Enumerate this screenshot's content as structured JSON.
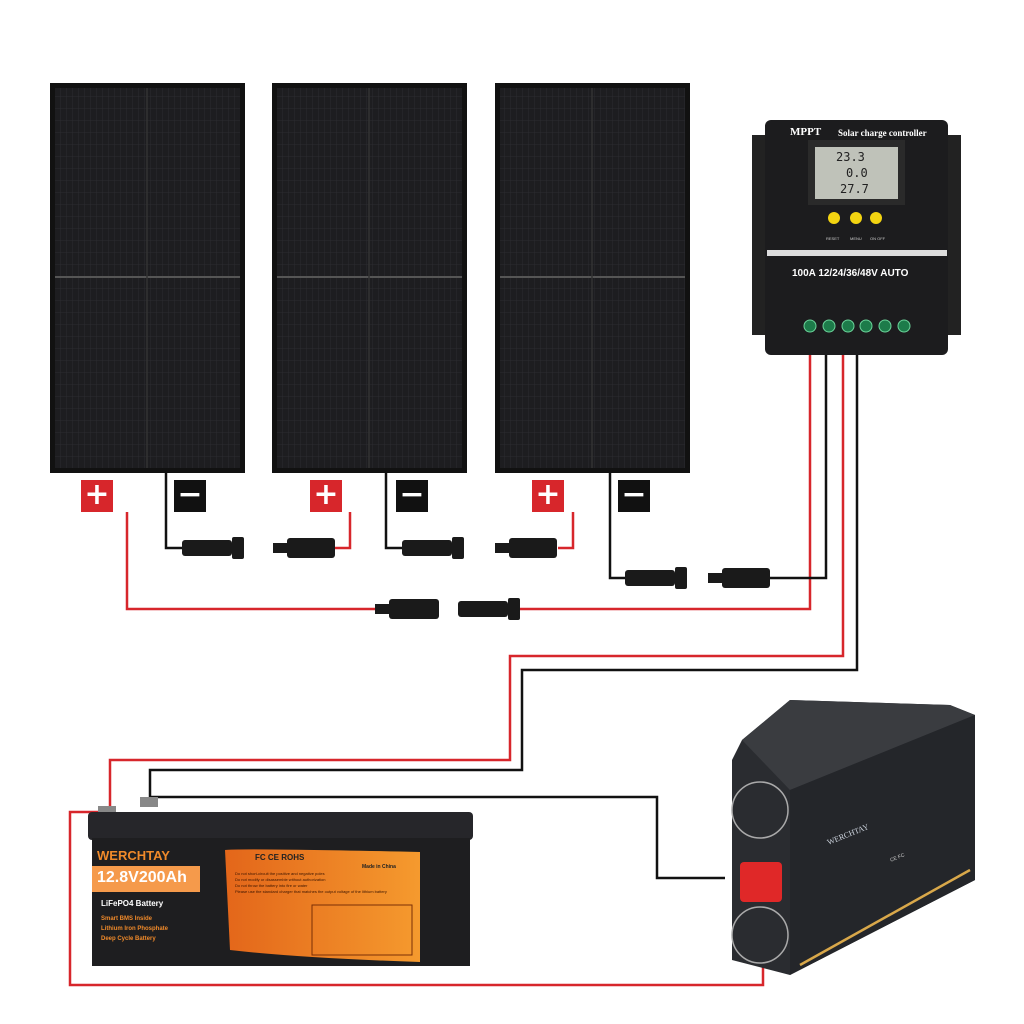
{
  "controller": {
    "type": "MPPT",
    "title": "Solar charge controller",
    "lcd_values": [
      "23.3",
      "0.0",
      "27.7"
    ],
    "buttons": [
      "RESET",
      "MENU",
      "ON OFF"
    ],
    "rating": "100A  12/24/36/48V AUTO"
  },
  "battery": {
    "brand": "WERCHTAY",
    "spec": "12.8V200Ah",
    "type": "LiFePO4 Battery",
    "features": [
      "Smart BMS Inside",
      "Lithium Iron Phosphate",
      "Deep Cycle Battery"
    ],
    "certs": "FC CE ROHS",
    "origin": "Made in China",
    "warnings": [
      "Do not short-circuit the positive and negative poles",
      "Do not modify or disassemble without authorization",
      "Do not throw the battery into fire or water",
      "Please use the standard charger that matches the output voltage of the lithium battery"
    ]
  },
  "inverter": {
    "brand": "WERCHTAY",
    "certs": "CE FC"
  },
  "polarity": {
    "plus": "+",
    "minus": "−"
  },
  "colors": {
    "positive": "#d7262b",
    "negative": "#111111",
    "panel": "#1b1b1d",
    "battery_orange": "#f07a1c"
  }
}
